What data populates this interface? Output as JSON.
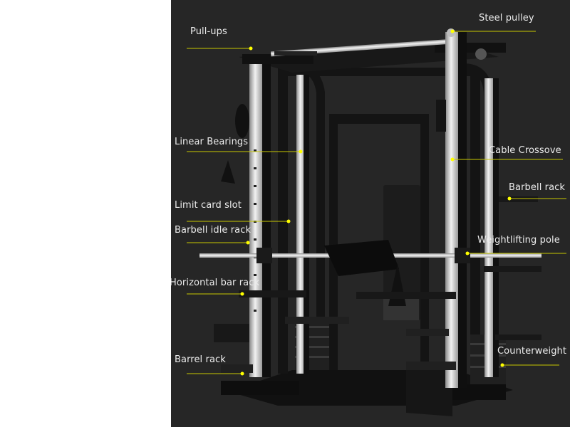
{
  "labels": {
    "pull_ups": "Pull-ups",
    "steel_pulley": "Steel pulley",
    "linear_bearings": "Linear Bearings",
    "cable_crossover": "Cable Crossove",
    "barbell_rack": "Barbell rack",
    "limit_card_slot": "Limit card slot",
    "barbell_idle_rack": "Barbell idle rack",
    "weightlifting_pole": "Weightlifting pole",
    "horizontal_bar_rack": "Horizontal bar rack",
    "barrel_rack": "Barrel rack",
    "counterweight": "Counterweight"
  },
  "colors": {
    "background": "#262626",
    "leader_line": "#c8c800",
    "leader_dot": "#ffff00",
    "text": "#ececec"
  }
}
